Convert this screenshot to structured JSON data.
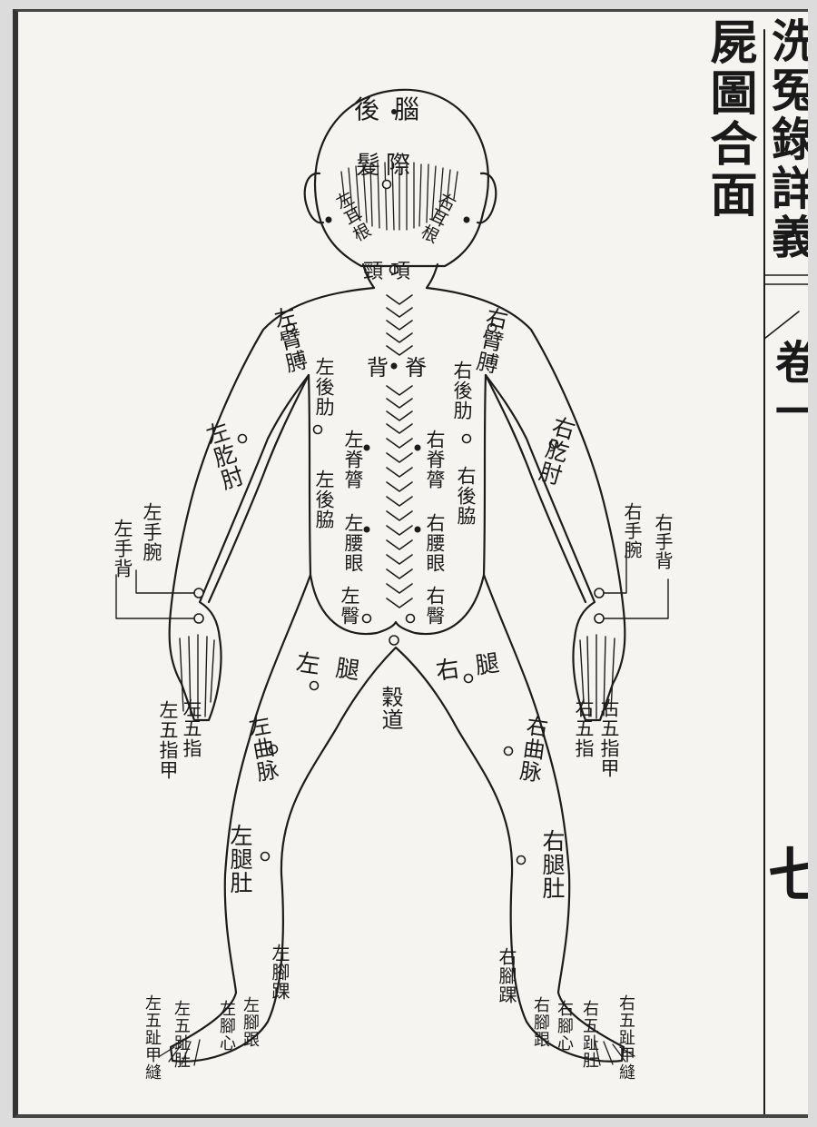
{
  "page": {
    "title": "屍圖合面",
    "side_title": "洗冤錄詳義",
    "volume": "卷一",
    "page_number": "七"
  },
  "labels": {
    "head_back": "後腦",
    "hairline": "髮際",
    "left_ear_root": "左耳根",
    "right_ear_root": "右耳根",
    "neck": "頸項",
    "back_spine": "背脊",
    "left_upper_arm": "左臂膊",
    "right_upper_arm": "右臂膊",
    "left_rear_rib": "左後肋",
    "right_rear_rib": "右後肋",
    "left_elbow": "左肐肘",
    "right_elbow": "右肐肘",
    "left_spine_side": "左脊膂",
    "right_spine_side": "右脊膂",
    "left_rear_flank": "左後脇",
    "right_rear_flank": "右後脇",
    "left_waist_eye": "左腰眼",
    "right_waist_eye": "右腰眼",
    "left_wrist": "左手腕",
    "left_hand_back": "左手背",
    "right_wrist": "右手腕",
    "right_hand_back": "右手背",
    "left_buttock": "左臀",
    "right_buttock": "右臀",
    "left_leg": "左腿",
    "right_leg": "右腿",
    "anus": "穀道",
    "left_five_fingers": "左五指",
    "left_fingernails": "左五指甲",
    "right_five_fingers": "右五指",
    "right_fingernails": "右五指甲",
    "left_knee_back": "左曲脉",
    "right_knee_back": "右曲脉",
    "left_calf": "左腿肚",
    "right_calf": "右腿肚",
    "left_ankle": "左腳踝",
    "right_ankle": "右腳踝",
    "left_heel": "左腳跟",
    "left_sole": "左腳心",
    "left_toe_pads": "左五趾肚",
    "left_toenail_seams": "左五趾甲縫",
    "right_heel": "右腳跟",
    "right_sole": "右腳心",
    "right_toe_pads": "右五趾肚",
    "right_toenail_seams": "右五趾甲縫"
  }
}
